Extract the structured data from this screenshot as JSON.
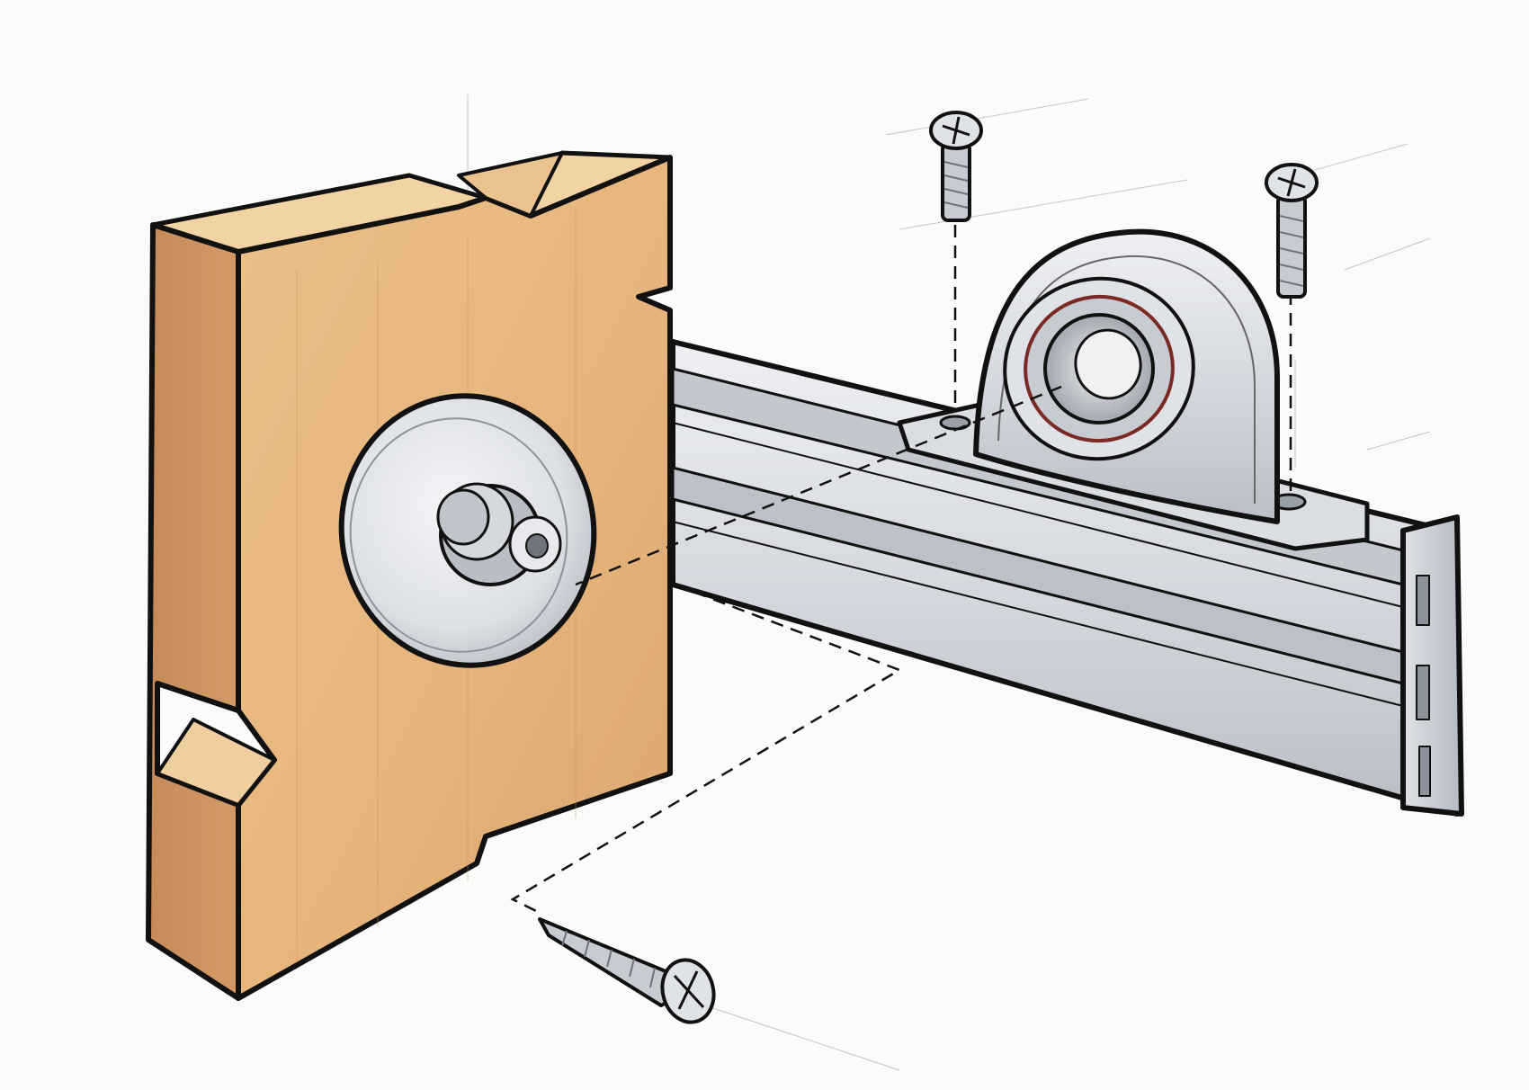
{
  "illustration": {
    "colors": {
      "paper": "#fbfbf9",
      "ink": "#111111",
      "wood_face": "#e7b880",
      "wood_side": "#c98f5c",
      "wood_top": "#f0cc98",
      "metal_light": "#e9ebef",
      "metal_mid": "#c8ccd3",
      "metal_dark": "#8d939c",
      "bearing_rim": "#7a2a25"
    },
    "parts": [
      {
        "id": "wooden-block",
        "icon": "wooden-block-icon"
      },
      {
        "id": "shaft-disc",
        "icon": "shaft-disc-icon"
      },
      {
        "id": "aluminum-rail",
        "icon": "aluminum-rail-icon"
      },
      {
        "id": "pillow-block-bearing",
        "icon": "pillow-block-bearing-icon"
      },
      {
        "id": "machine-screw-left",
        "icon": "machine-screw-icon"
      },
      {
        "id": "machine-screw-right",
        "icon": "machine-screw-icon"
      },
      {
        "id": "wood-screw",
        "icon": "wood-screw-icon"
      }
    ]
  }
}
